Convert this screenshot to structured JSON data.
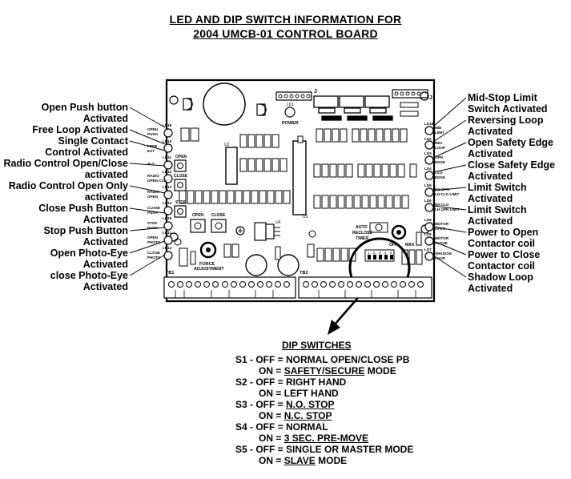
{
  "title": {
    "line1": "LED AND DIP SWITCH INFORMATION FOR",
    "line2": "2004 UMCB-01 CONTROL BOARD"
  },
  "left_labels": [
    {
      "l1": "Open Push button",
      "l2": "Activated"
    },
    {
      "l1": "Free Loop Activated",
      "l2": ""
    },
    {
      "l1": "Single Contact",
      "l2": "Control Activated"
    },
    {
      "l1": "Radio Control Open/Close",
      "l2": "activated"
    },
    {
      "l1": "Radio Control Open Only",
      "l2": "activated"
    },
    {
      "l1": "Close Push Button",
      "l2": "Activated"
    },
    {
      "l1": "Stop Push Button",
      "l2": "Activated"
    },
    {
      "l1": "Open Photo-Eye",
      "l2": "Activated"
    },
    {
      "l1": "close Photo-Eye",
      "l2": "Activated"
    }
  ],
  "right_labels": [
    {
      "l1": "Mid-Stop Limit",
      "l2": "Switch Activated"
    },
    {
      "l1": "Reversing Loop",
      "l2": "Activated"
    },
    {
      "l1": "Open Safety Edge",
      "l2": "Activated"
    },
    {
      "l1": "Close Safety Edge",
      "l2": "Activated"
    },
    {
      "l1": "Limit Switch",
      "l2": "Activated"
    },
    {
      "l1": "Limit Switch",
      "l2": "Activated"
    },
    {
      "l1": "Power to Open",
      "l2": "Contactor coil"
    },
    {
      "l1": "Power to Close",
      "l2": "Contactor coil"
    },
    {
      "l1": "Shadow Loop",
      "l2": "Activated"
    }
  ],
  "board": {
    "left_leds": [
      {
        "id": "LD18",
        "l1": "OPEN",
        "l2": "PUSH"
      },
      {
        "id": "LD19",
        "l1": "FREE",
        "l2": "EXT"
      },
      {
        "id": "LD11",
        "l1": "ALT",
        "l2": ""
      },
      {
        "id": "LD12",
        "l1": "RADIO",
        "l2": "OPEN CLO"
      },
      {
        "id": "LD13",
        "l1": "RADIO",
        "l2": "OPEN"
      },
      {
        "id": "LD14",
        "l1": "CLOSE",
        "l2": "PUSH"
      },
      {
        "id": "LD16",
        "l1": "STOP",
        "l2": "PUSH"
      },
      {
        "id": "LD17",
        "l1": "OPEN",
        "l2": "PHOTO"
      },
      {
        "id": "LD13",
        "l1": "CLOSE",
        "l2": "PHOTO"
      }
    ],
    "right_leds": [
      {
        "id": "LD18",
        "l1": "MID",
        "l2": "LIMIT"
      },
      {
        "id": "LD2",
        "l1": "REV",
        "l2": "LOOP"
      },
      {
        "id": "LD3",
        "l1": "OPN",
        "l2": "EDGE"
      },
      {
        "id": "LD4",
        "l1": "CLO",
        "l2": "EDGE"
      },
      {
        "id": "LD5",
        "l1": "RH OPN",
        "l2": "LH CLO LIMIT"
      },
      {
        "id": "LD6",
        "l1": "RH CLO",
        "l2": "LH OPN LIMIT"
      },
      {
        "id": "LD8",
        "l1": "MOTOR",
        "l2": "OPEN"
      },
      {
        "id": "LD9",
        "l1": "MOTOR",
        "l2": "CLOSE"
      },
      {
        "id": "LD7",
        "l1": "SHADOW",
        "l2": "LOOP"
      }
    ],
    "power_label": "POWER",
    "power_id": "LD1",
    "open_label": "OPEN",
    "close_label": "CLOSE",
    "stop_label": "STOP",
    "open2_label": "OPEN",
    "close2_label": "CLOSE",
    "force_label1": "FORCE",
    "force_label2": "ADJUSTMENT",
    "auto_label1": "AUTO",
    "auto_label2": "RECLOSE",
    "auto_label3": "TIMER",
    "off_label": "OFF",
    "max_label": "MAX",
    "tb1_label": "TB1",
    "tb2_label": "TB2",
    "u1_label": "U1",
    "u2_label": "U2",
    "u4_label": "U4",
    "j_label1": "J",
    "j_label2": "J"
  },
  "dip": {
    "heading": "DIP SWITCHES",
    "s1": {
      "a": "S1 - OFF = NORMAL OPEN/CLOSE PB",
      "b_pre": "ON = ",
      "b_u": "SAFETY/SECURE",
      "b_post": " MODE"
    },
    "s2": {
      "a": "S2 - OFF = RIGHT HAND",
      "b_pre": "ON = LEFT HAND",
      "b_u": "",
      "b_post": ""
    },
    "s3": {
      "a_pre": "S3 - OFF = ",
      "a_u": "N.O. STOP",
      "b_pre": "ON = ",
      "b_u": "N.C. STOP",
      "b_post": ""
    },
    "s4": {
      "a": "S4 - OFF = NORMAL",
      "b_pre": "ON = ",
      "b_u": "3 SEC. PRE-MOVE",
      "b_post": ""
    },
    "s5": {
      "a": "S5 - OFF = SINGLE OR MASTER MODE",
      "b_pre": "ON = ",
      "b_u": "SLAVE",
      "b_post": " MODE"
    }
  }
}
